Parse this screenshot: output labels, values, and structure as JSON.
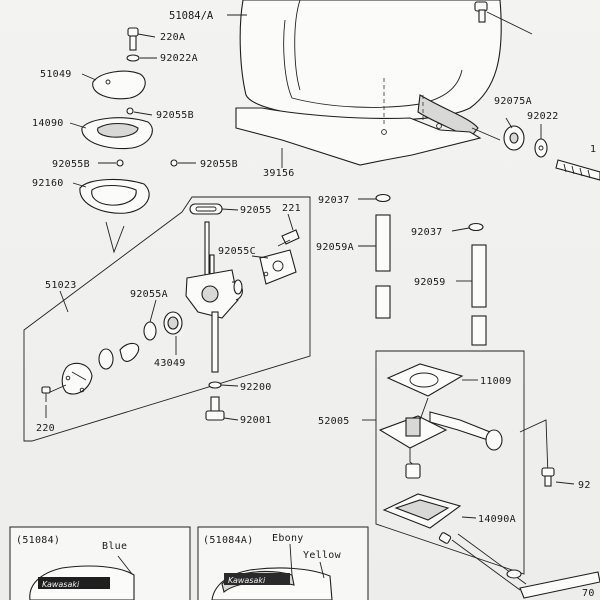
{
  "parts": {
    "p51084_a": "51084/A",
    "p220a": "220A",
    "p92022a": "92022A",
    "p51049": "51049",
    "p92055b_1": "92055B",
    "p14090": "14090",
    "p92055b_2": "92055B",
    "p92055b_3": "92055B",
    "p39156": "39156",
    "p92160": "92160",
    "p92055": "92055",
    "p221": "221",
    "p92055c": "92055C",
    "p51023": "51023",
    "p92055a": "92055A",
    "p43049": "43049",
    "p92200": "92200",
    "p92001": "92001",
    "p220": "220",
    "p92075a": "92075A",
    "p92022": "92022",
    "p92037_1": "92037",
    "p92059a": "92059A",
    "p92037_2": "92037",
    "p92059": "92059",
    "p11009": "11009",
    "p52005": "52005",
    "p14090a": "14090A",
    "p92_cut": "92",
    "p1_cut": "1",
    "p70_cut": "70"
  },
  "color_insets": [
    {
      "code": "(51084)",
      "color": "Blue",
      "brand": "Kawasaki"
    },
    {
      "code": "(51084A)",
      "color_line1": "Ebony",
      "color_line2": "Yellow",
      "brand": "Kawasaki"
    }
  ]
}
